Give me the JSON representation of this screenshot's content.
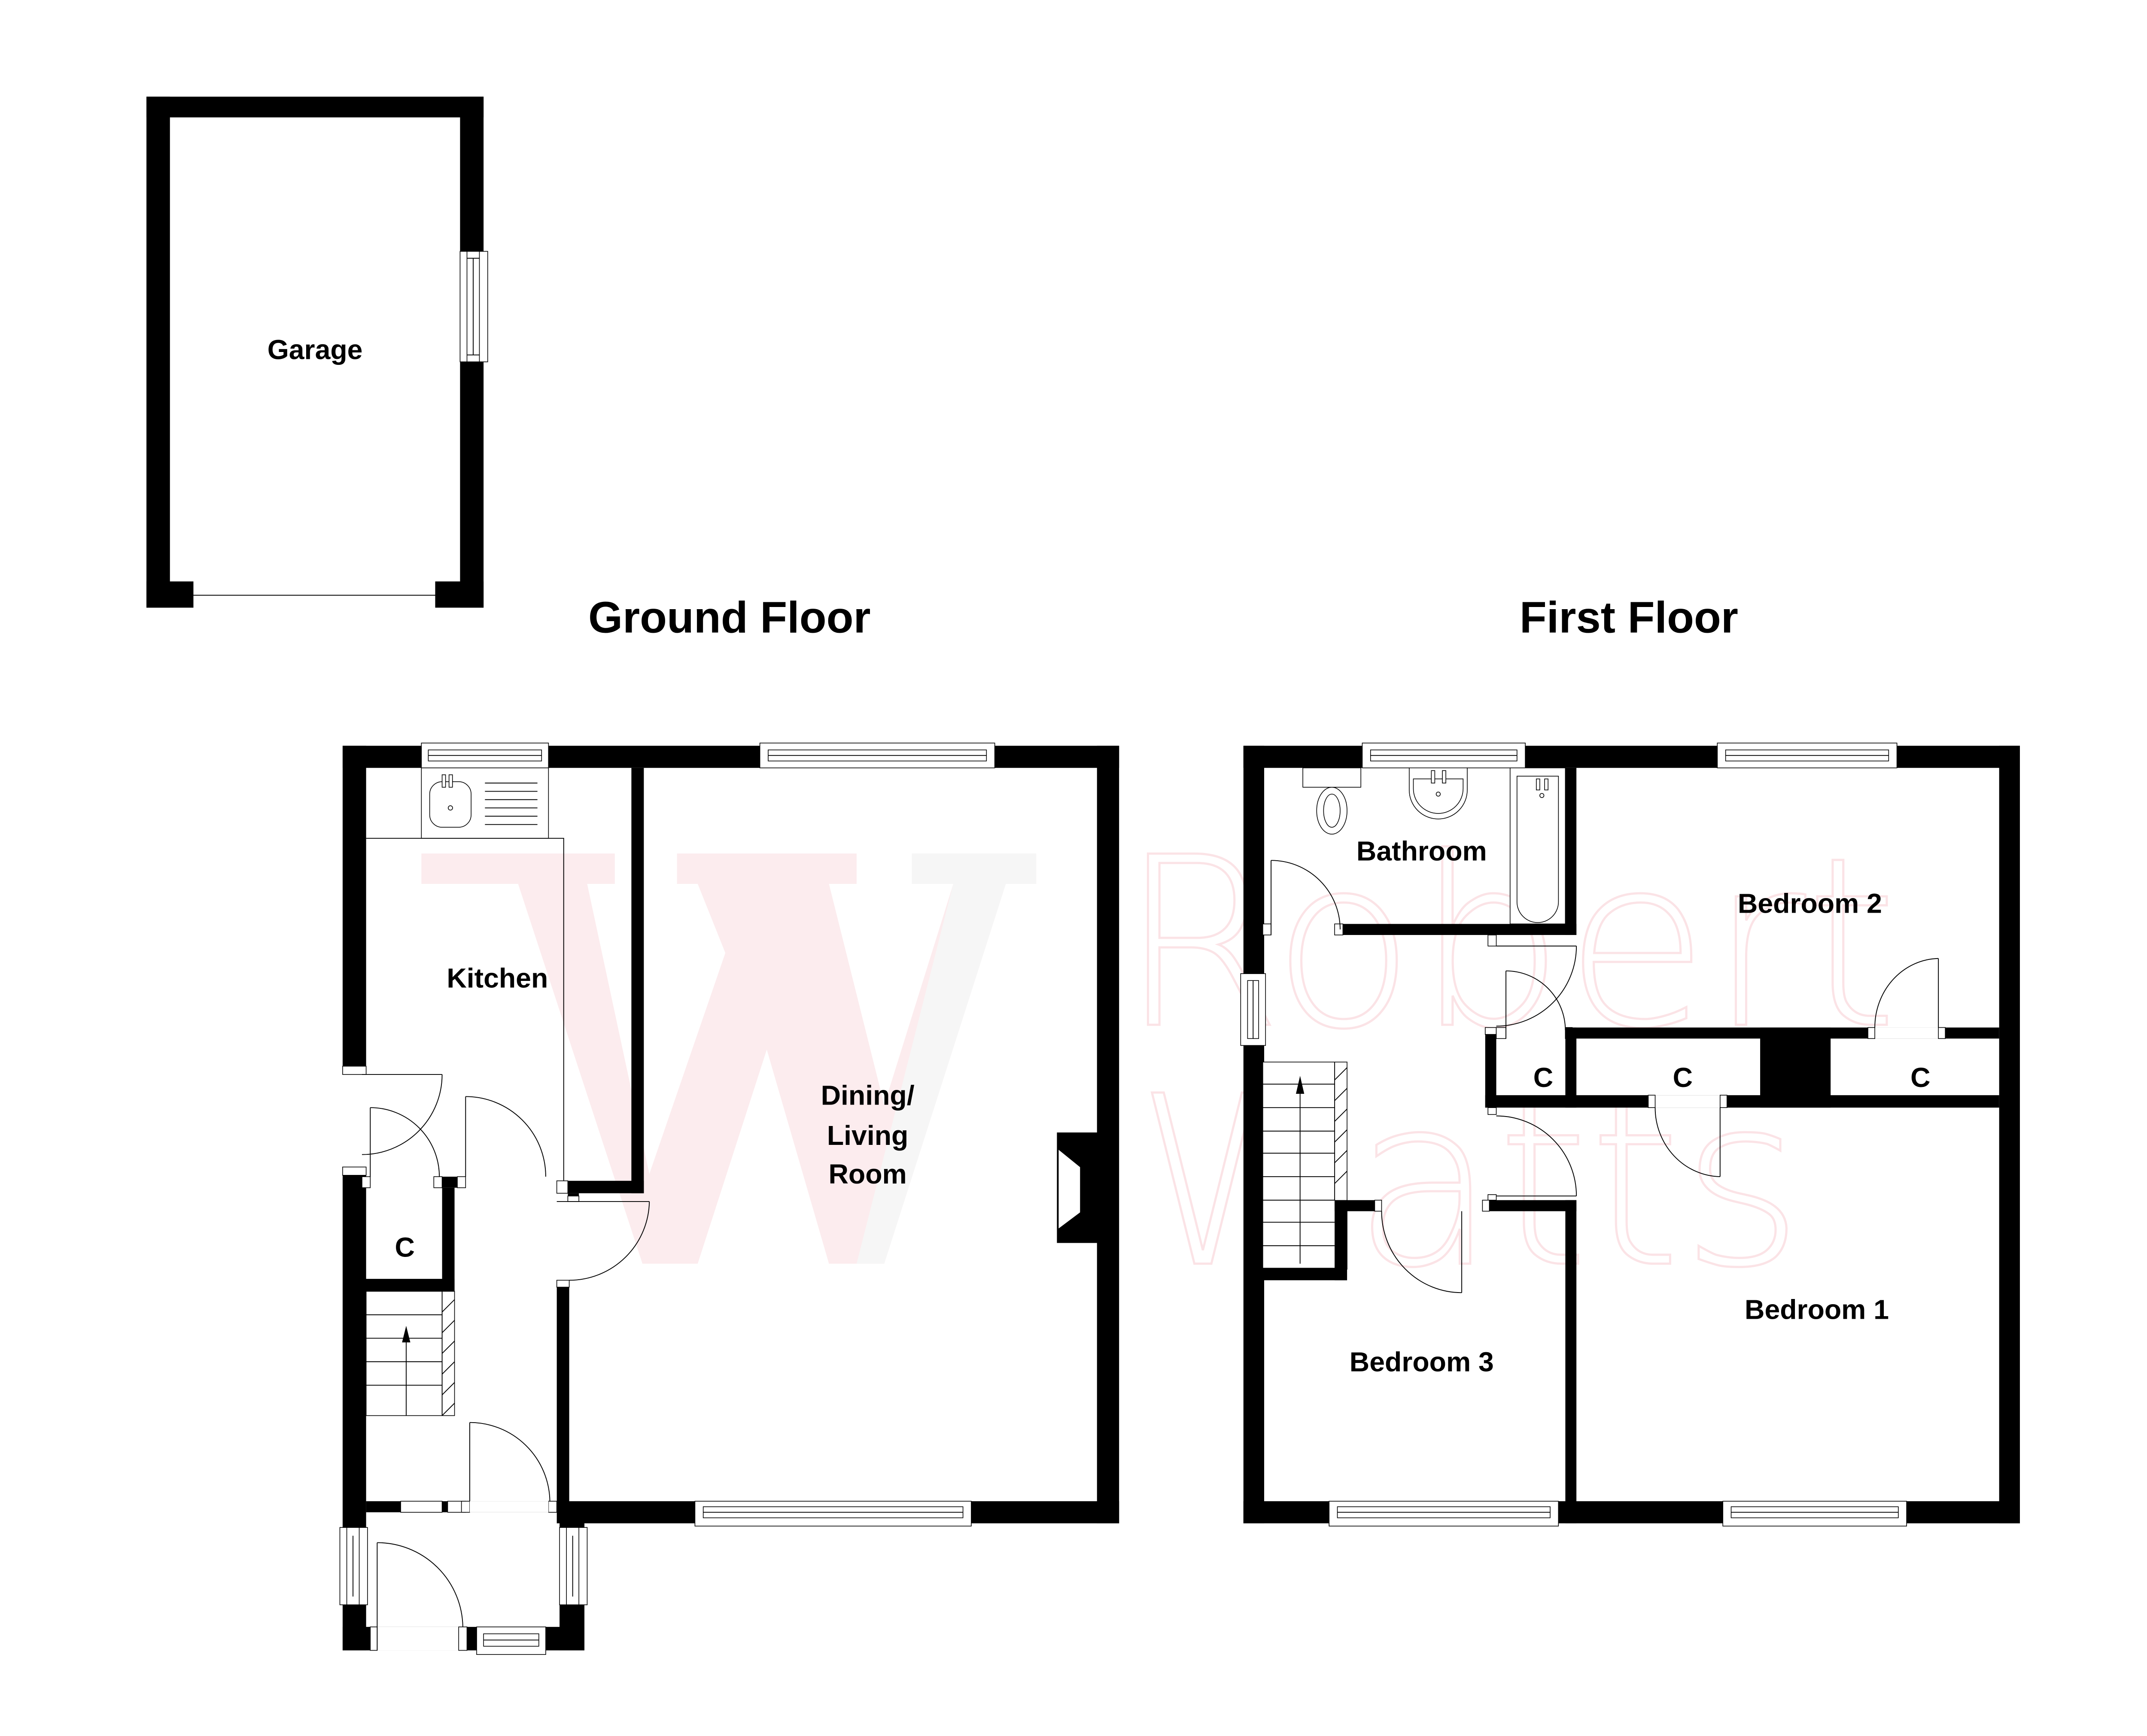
{
  "titles": {
    "ground_floor": "Ground Floor",
    "first_floor": "First Floor"
  },
  "watermark": {
    "logo_letter": "W",
    "line1": "Robert",
    "line2": "Watts",
    "colors": {
      "pink": "#fcecee",
      "grey": "#f5f5f5",
      "text": "#fbe3e6"
    }
  },
  "outbuilding": {
    "garage": {
      "label": "Garage"
    }
  },
  "ground_floor": {
    "rooms": {
      "kitchen": "Kitchen",
      "living_line1": "Dining/",
      "living_line2": "Living",
      "living_line3": "Room",
      "cupboard": "C"
    }
  },
  "first_floor": {
    "rooms": {
      "bathroom": "Bathroom",
      "bedroom1": "Bedroom 1",
      "bedroom2": "Bedroom 2",
      "bedroom3": "Bedroom 3",
      "cupboard_a": "C",
      "cupboard_b": "C",
      "cupboard_c": "C"
    }
  },
  "colors": {
    "wall": "#000000",
    "background": "#ffffff"
  }
}
